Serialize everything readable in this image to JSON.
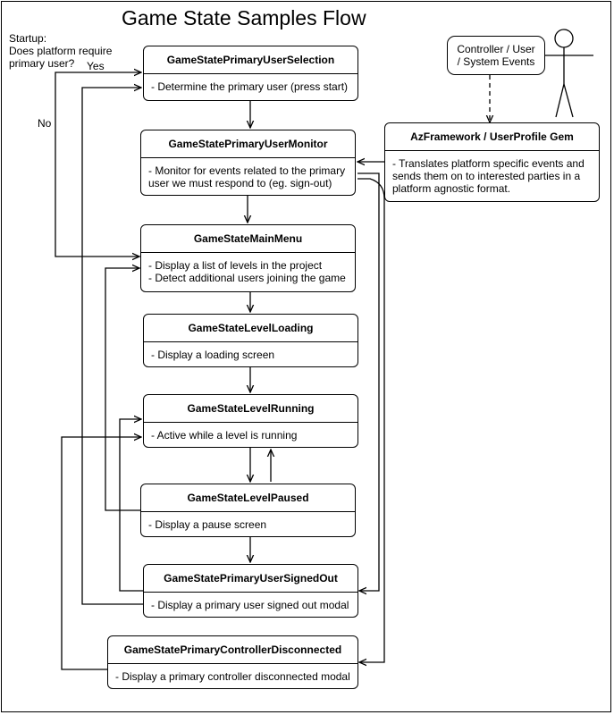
{
  "title": "Game State Samples Flow",
  "startup": {
    "question": [
      "Startup:",
      "Does platform require",
      "primary user?"
    ],
    "yes_label": "Yes",
    "no_label": "No"
  },
  "events_box": {
    "lines": [
      "Controller / User",
      "/ System Events"
    ]
  },
  "gem": {
    "title": "AzFramework / UserProfile Gem",
    "lines": [
      "- Translates platform specific events and",
      "sends them on to interested parties in a",
      "platform agnostic format."
    ]
  },
  "states": [
    {
      "title": "GameStatePrimaryUserSelection",
      "lines": [
        "- Determine the primary user (press start)"
      ]
    },
    {
      "title": "GameStatePrimaryUserMonitor",
      "lines": [
        "- Monitor for events related to the primary",
        "user we must respond to (eg. sign-out)"
      ]
    },
    {
      "title": "GameStateMainMenu",
      "lines": [
        "- Display a list of levels in the project",
        "- Detect additional users joining the game"
      ]
    },
    {
      "title": "GameStateLevelLoading",
      "lines": [
        "- Display a loading screen"
      ]
    },
    {
      "title": "GameStateLevelRunning",
      "lines": [
        "- Active while a level is running"
      ]
    },
    {
      "title": "GameStateLevelPaused",
      "lines": [
        "- Display a pause screen"
      ]
    },
    {
      "title": "GameStatePrimaryUserSignedOut",
      "lines": [
        "- Display a primary user signed out modal"
      ]
    },
    {
      "title": "GameStatePrimaryControllerDisconnected",
      "lines": [
        "- Display a primary controller disconnected modal"
      ]
    }
  ]
}
